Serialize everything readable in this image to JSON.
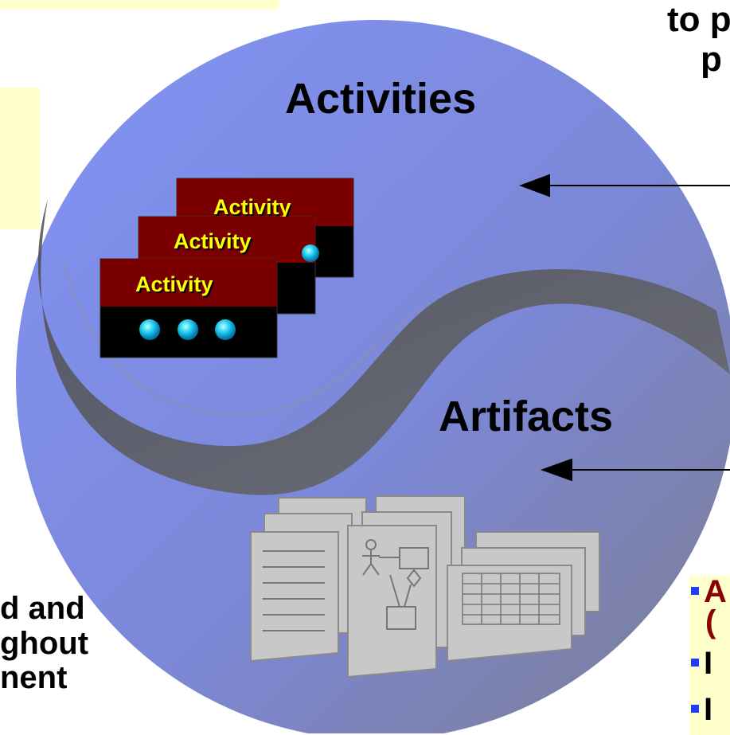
{
  "diagram": {
    "top_right_text": [
      "to p",
      "p"
    ],
    "circle_labels": {
      "activities": "Activities",
      "artifacts": "Artifacts"
    },
    "activity_cards": [
      "Activity",
      "Activity",
      "Activity"
    ],
    "bottom_left_text": [
      "d and",
      "ghout",
      "nent"
    ],
    "bottom_right_bullets": [
      "A",
      "(",
      "I",
      "I"
    ]
  },
  "colors": {
    "circle_light": "#7b8cf2",
    "circle_dark": "#7f7f8f",
    "note_yellow": "#ffffcc",
    "activity_header": "#7a0000",
    "activity_label": "#ffff00",
    "bullet_blue": "#1f3cff",
    "bullet_text_red": "#8b0000"
  }
}
